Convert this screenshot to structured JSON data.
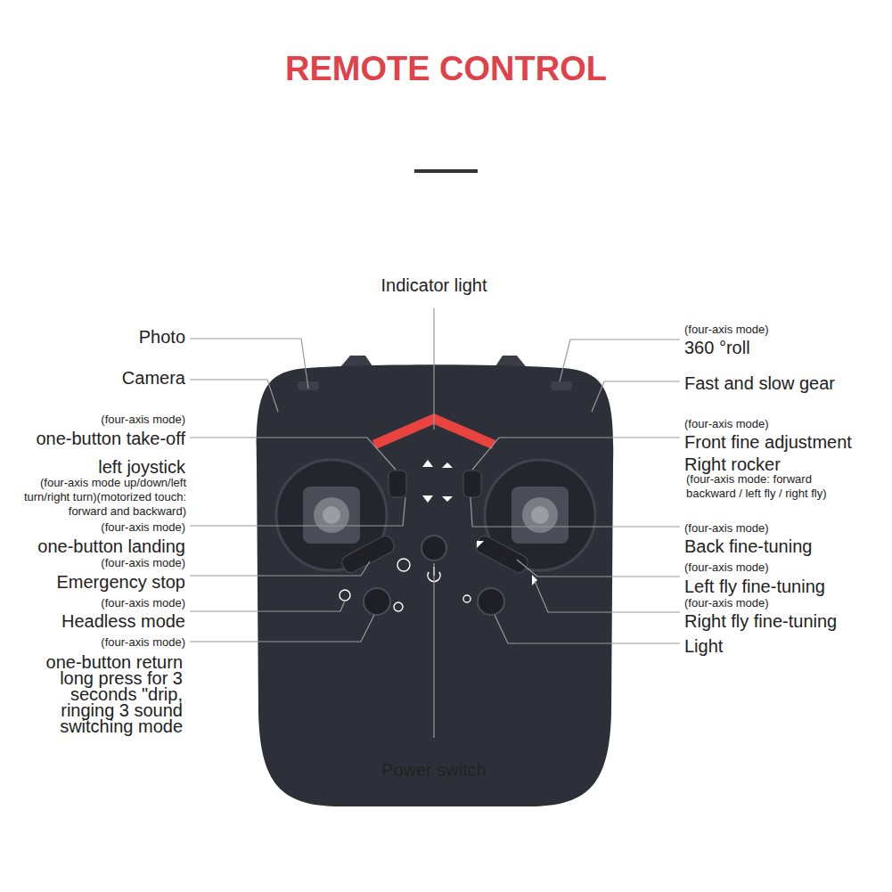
{
  "diagram": {
    "title": "REMOTE CONTROL",
    "labels": [
      "Indicator light",
      "Photo",
      "Camera",
      "(four-axis mode)",
      "one-button take-off",
      "left joystick",
      "(four-axis mode up/down/left turn/right turn)(motorized touch: forward and backward)",
      "(four-axis mode)",
      "one-button landing",
      "(four-axis mode)",
      "Emergency stop",
      "(four-axis mode)",
      "Headless mode",
      "(four-axis mode)",
      "one-button return long press for 3 seconds \"drip, ringing 3 sound switching mode",
      "(four-axis mode)",
      "360 °roll",
      "Fast and slow gear",
      "(four-axis mode)",
      "Front fine adjustment",
      "Right rocker",
      "(four-axis mode: forward backward / left fly / right fly)",
      "(four-axis mode)",
      "Back fine-tuning",
      "(four-axis mode)",
      "Left fly fine-tuning",
      "(four-axis mode)",
      "Right fly fine-tuning",
      "Light",
      "Power switch"
    ]
  }
}
